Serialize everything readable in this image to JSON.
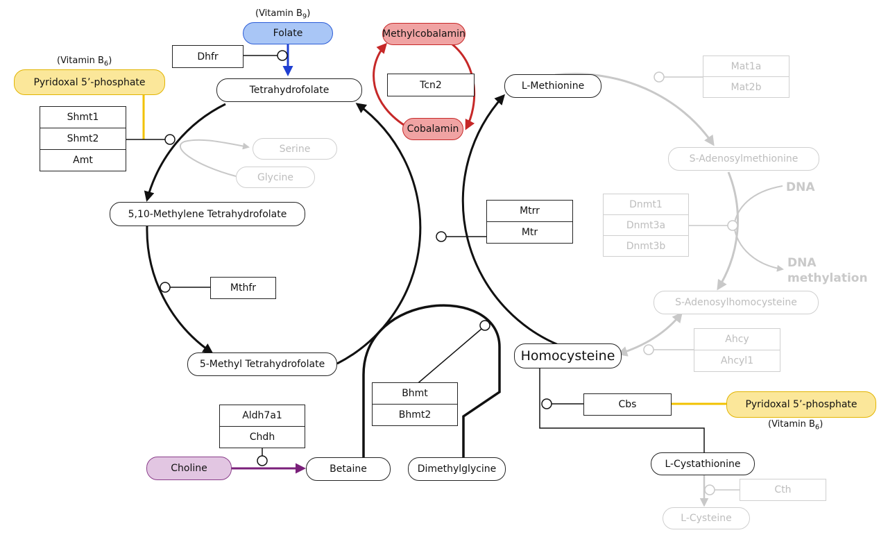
{
  "vitamin_labels": {
    "b9": {
      "text": "(Vitamin B",
      "sub": "9",
      "close": ")"
    },
    "b6_top": {
      "text": "(Vitamin B",
      "sub": "6",
      "close": ")"
    },
    "b6_bottom": {
      "text": "(Vitamin B",
      "sub": "6",
      "close": ")"
    }
  },
  "metabolites": {
    "folate": "Folate",
    "pyridoxal_top": "Pyridoxal 5’-phosphate",
    "tetrahydrofolate": "Tetrahydrofolate",
    "methylcobalamin": "Methylcobalamin",
    "cobalamin": "Cobalamin",
    "l_methionine": "L-Methionine",
    "serine": "Serine",
    "glycine": "Glycine",
    "methylene_thf": "5,10-Methylene Tetrahydrofolate",
    "s_adenosylmethionine": "S-Adenosylmethionine",
    "s_adenosylhomocysteine": "S-Adenosylhomocysteine",
    "methyl_thf": "5-Methyl Tetrahydrofolate",
    "homocysteine": "Homocysteine",
    "pyridoxal_bottom": "Pyridoxal 5’-phosphate",
    "choline": "Choline",
    "betaine": "Betaine",
    "dimethylglycine": "Dimethylglycine",
    "l_cystathionine": "L-Cystathionine",
    "l_cysteine": "L-Cysteine"
  },
  "enzymes": {
    "dhfr": "Dhfr",
    "tcn2": "Tcn2",
    "shmt_group": [
      "Shmt1",
      "Shmt2",
      "Amt"
    ],
    "mat_group": [
      "Mat1a",
      "Mat2b"
    ],
    "mtr_group": [
      "Mtrr",
      "Mtr"
    ],
    "dnmt_group": [
      "Dnmt1",
      "Dnmt3a",
      "Dnmt3b"
    ],
    "mthfr": "Mthfr",
    "ahcy_group": [
      "Ahcy",
      "Ahcyl1"
    ],
    "bhmt_group": [
      "Bhmt",
      "Bhmt2"
    ],
    "cbs": "Cbs",
    "aldh_group": [
      "Aldh7a1",
      "Chdh"
    ],
    "cth": "Cth"
  },
  "dna": {
    "dna": "DNA",
    "methylation_line1": "DNA",
    "methylation_line2": "methylation"
  },
  "colors": {
    "black": "#111111",
    "grey": "#c8c8c8",
    "folate_blue": "#1f3fd1",
    "b6_yellow": "#f2c200",
    "cobalamin_red": "#c62828",
    "choline_purple": "#7a1f7a"
  }
}
